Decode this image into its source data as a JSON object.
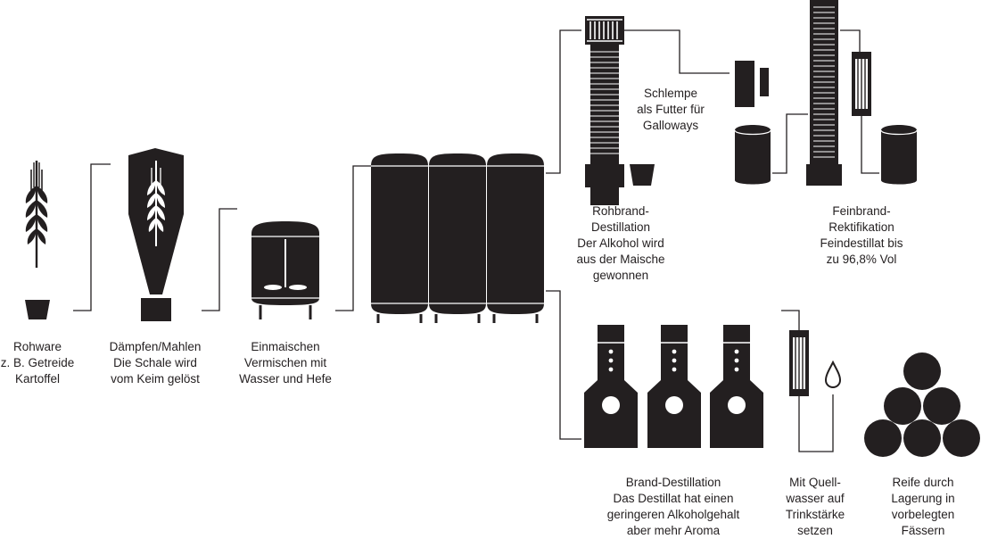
{
  "colors": {
    "ink": "#231f20",
    "background": "#ffffff"
  },
  "steps": [
    {
      "id": "rohware",
      "lines": [
        "Rohware",
        "z. B. Getreide",
        "Kartoffel"
      ]
    },
    {
      "id": "daempfen",
      "lines": [
        "Dämpfen/Mahlen",
        "Die Schale wird",
        "vom Keim gelöst"
      ]
    },
    {
      "id": "einmaischen",
      "lines": [
        "Einmaischen",
        "Vermischen mit",
        "Wasser und Hefe"
      ]
    },
    {
      "id": "schlempe",
      "lines": [
        "Schlempe",
        "als Futter für",
        "Galloways"
      ]
    },
    {
      "id": "rohbrand",
      "lines": [
        "Rohbrand-",
        "Destillation",
        "Der Alkohol wird",
        "aus der Maische",
        "gewonnen"
      ]
    },
    {
      "id": "feinbrand",
      "lines": [
        "Feinbrand-",
        "Rektifikation",
        "Feindestillat bis",
        "zu 96,8% Vol"
      ]
    },
    {
      "id": "brand",
      "lines": [
        "Brand-Destillation",
        "Das Destillat hat einen",
        "geringeren Alkoholgehalt",
        "aber mehr Aroma"
      ]
    },
    {
      "id": "quellwasser",
      "lines": [
        "Mit Quell-",
        "wasser auf",
        "Trinkstärke",
        "setzen"
      ]
    },
    {
      "id": "reife",
      "lines": [
        "Reife durch",
        "Lagerung in",
        "vorbelegten",
        "Fässern"
      ]
    }
  ]
}
